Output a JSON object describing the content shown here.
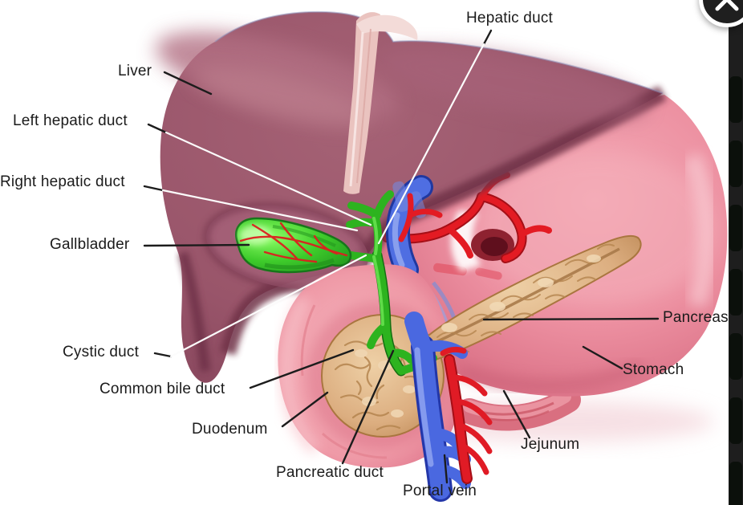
{
  "figure": {
    "type": "anatomical-diagram",
    "subject": "Liver, gallbladder, biliary ducts, pancreas and stomach"
  },
  "labels": {
    "hepatic_duct": "Hepatic duct",
    "liver": "Liver",
    "left_hepatic_duct": "Left hepatic duct",
    "right_hepatic_duct": "Right hepatic duct",
    "gallbladder": "Gallbladder",
    "cystic_duct": "Cystic duct",
    "common_bile_duct": "Common bile duct",
    "duodenum": "Duodenum",
    "pancreatic_duct": "Pancreatic duct",
    "portal_vein": "Portal vein",
    "pancreas": "Pancreas",
    "stomach": "Stomach",
    "jejunum": "Jejunum"
  },
  "close_button": {
    "icon": "x-close-icon"
  },
  "colors": {
    "background": "#ffffff",
    "label_text": "#1b1b1b",
    "leader_black": "#1c1c1c",
    "leader_white": "#fcfcfc",
    "liver": "#99556a",
    "liver_dark_band": "#6f3346",
    "stomach_pink": "#ec8fa0",
    "duodenum_pink": "#ef9aa7",
    "pancreas_tan": "#dcae80",
    "gallbladder_green": "#3ecb2b",
    "duct_green": "#2db31f",
    "portal_vein_blue": "#4a68e0",
    "artery_red": "#e01b25",
    "falciform_ligament": "#eac3bf",
    "side_strip": "#1e1e1e"
  }
}
